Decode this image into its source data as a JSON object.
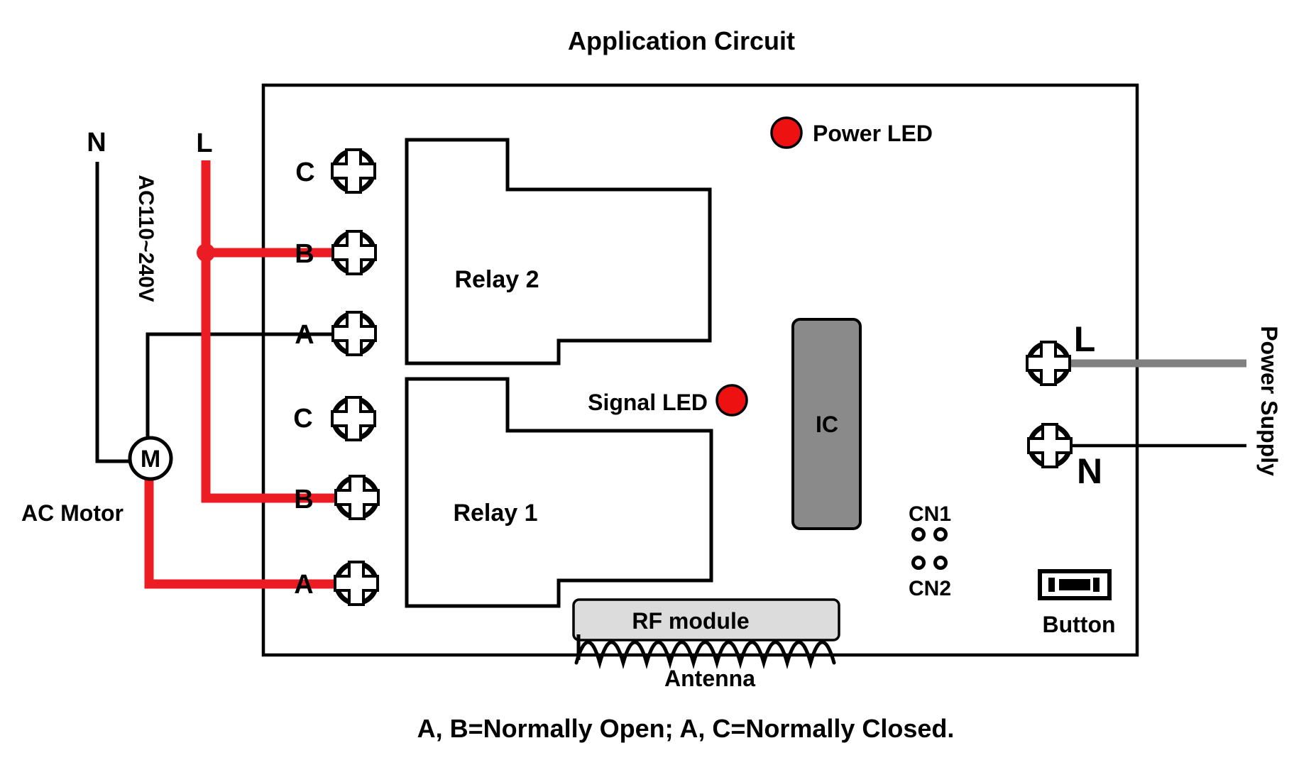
{
  "title": "Application Circuit",
  "note": "A, B=Normally Open; A, C=Normally Closed.",
  "input": {
    "n_label": "N",
    "l_label": "L",
    "voltage_label": "AC110~240V",
    "motor_label": "AC Motor",
    "motor_symbol": "M"
  },
  "relay2": {
    "name": "Relay 2",
    "terminal_c": "C",
    "terminal_b": "B",
    "terminal_a": "A"
  },
  "relay1": {
    "name": "Relay 1",
    "terminal_c": "C",
    "terminal_b": "B",
    "terminal_a": "A"
  },
  "board": {
    "power_led_label": "Power LED",
    "signal_led_label": "Signal LED",
    "ic_label": "IC",
    "cn1_label": "CN1",
    "cn2_label": "CN2",
    "button_label": "Button",
    "rf_module_label": "RF module",
    "antenna_label": "Antenna"
  },
  "power_supply": {
    "l_label": "L",
    "n_label": "N",
    "label": "Power Supply"
  },
  "colors": {
    "live_wire": "#ec1c24",
    "neutral_wire": "#000000",
    "supply_live_wire": "#808080",
    "led_red": "#ee1111",
    "ic_fill": "#8a8a8a",
    "rf_fill": "#dcdcdc",
    "outline": "#000000"
  }
}
